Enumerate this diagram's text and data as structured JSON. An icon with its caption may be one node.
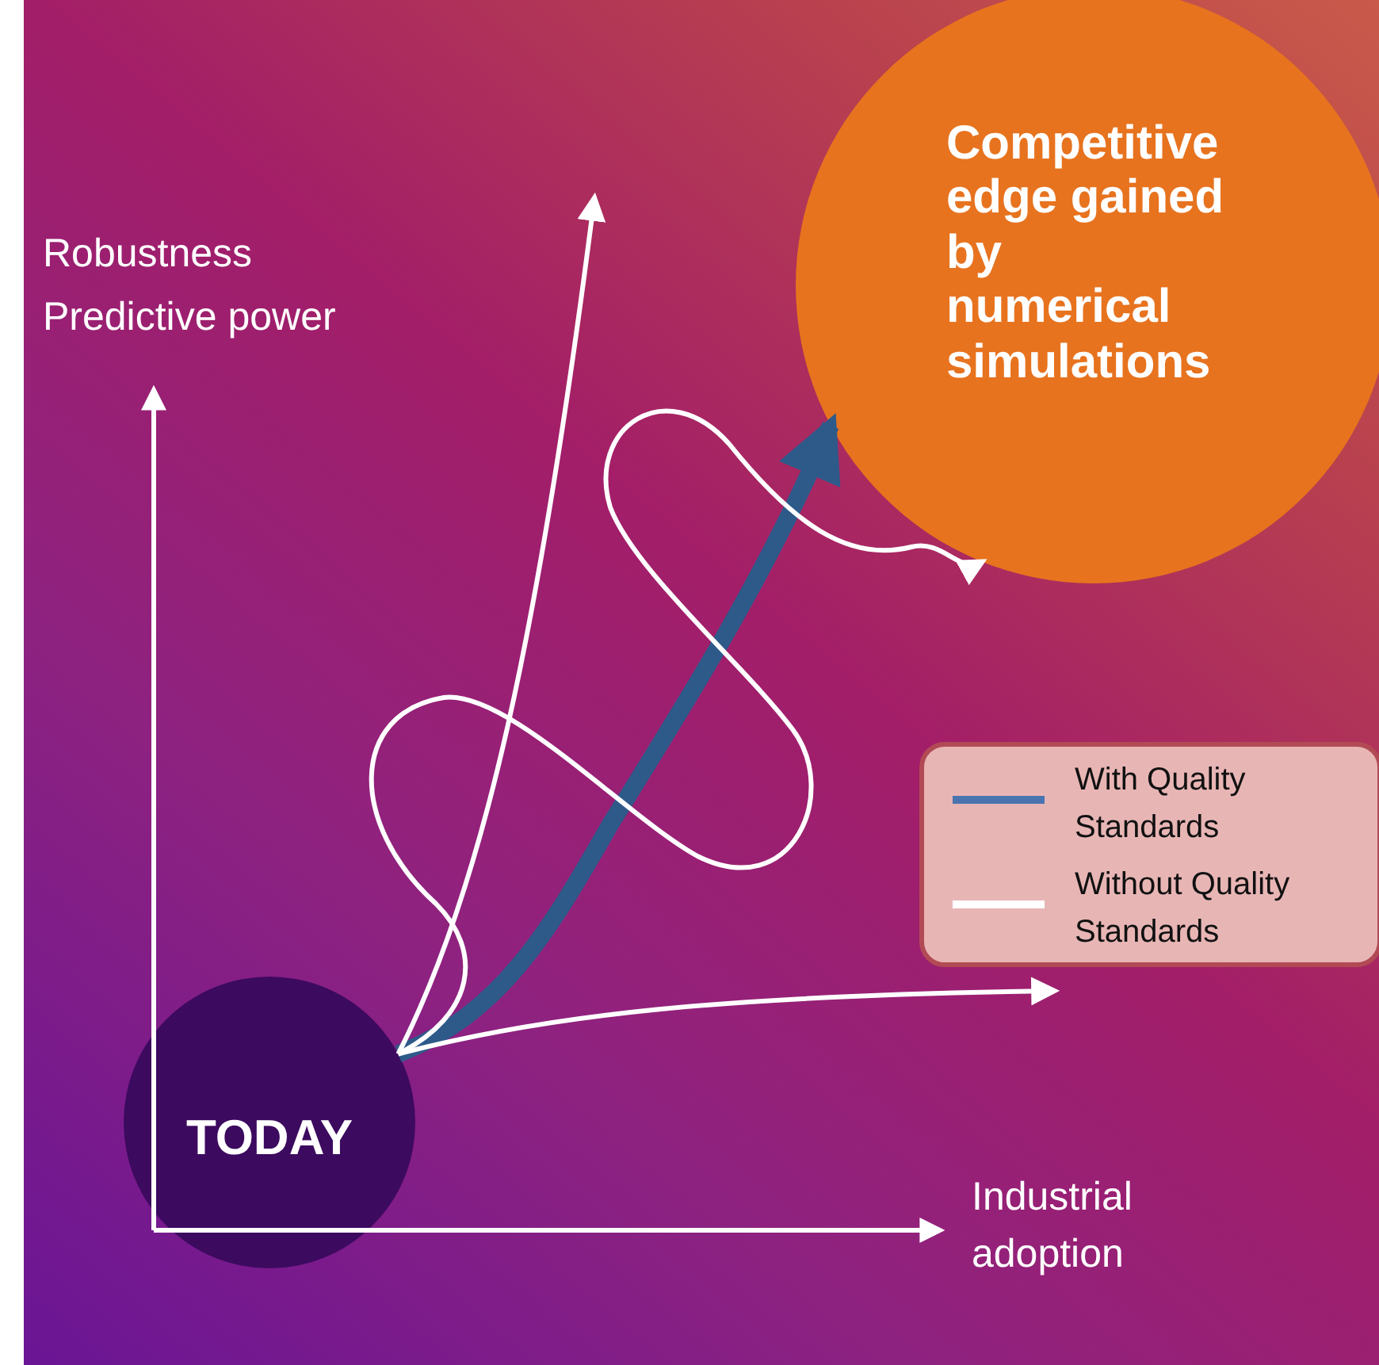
{
  "diagram": {
    "nodes": [
      {
        "text": [
          "TODAY"
        ]
      },
      {
        "text": [
          "Competitive edge gained by numerical simulations"
        ]
      }
    ],
    "edges": [
      {
        "from": 0,
        "to": 1,
        "arrow": "to",
        "style": "thick",
        "color": "#2e5a8a"
      },
      {
        "from": 0,
        "to": 1,
        "arrow": "to"
      },
      {
        "from": 0,
        "to": null,
        "arrow": "to"
      },
      {
        "from": 0,
        "to": null,
        "arrow": "to"
      }
    ],
    "labels": [
      "Robustness",
      "Predictive power",
      "Industrial adoption"
    ],
    "legend": [
      {
        "text": "With Quality Standards"
      },
      {
        "text": "Without Quality Standards"
      }
    ]
  }
}
